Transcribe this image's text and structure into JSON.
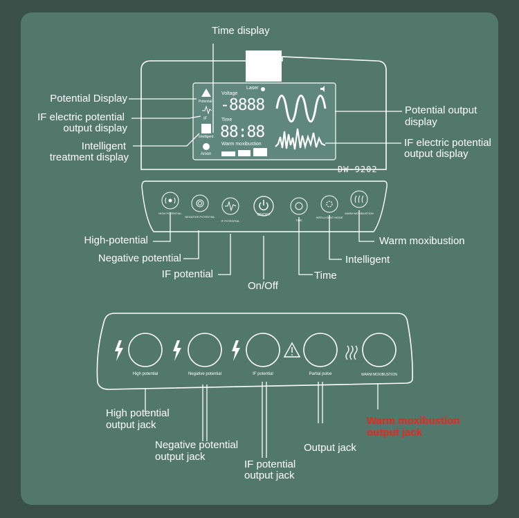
{
  "callouts": {
    "time_display": "Time display",
    "potential_display": "Potential Display",
    "if_output_display_l1": "IF electric potential",
    "if_output_display_l2": "output display",
    "intelligent_display_l1": "Intelligent",
    "intelligent_display_l2": "treatment display",
    "potential_output_display_l1": "Potential output",
    "potential_output_display_l2": "display",
    "if_output_display_r_l1": "IF electric potential",
    "if_output_display_r_l2": "output display",
    "high_potential": "High-potential",
    "negative_potential": "Negative potential",
    "if_potential": "IF potential",
    "on_off": "On/Off",
    "time": "Time",
    "intelligent": "Intelligent",
    "warm_moxibustion": "Warm moxibustion",
    "high_potential_jack_l1": "High potential",
    "high_potential_jack_l2": "output jack",
    "negative_potential_jack_l1": "Negative potential",
    "negative_potential_jack_l2": "output jack",
    "if_potential_jack_l1": "IF potential",
    "if_potential_jack_l2": "output jack",
    "output_jack": "Output jack",
    "warm_jack_l1": "Warm moxibustion",
    "warm_jack_l2": "output jack"
  },
  "lcd": {
    "laser": "Laser",
    "voltage": "Voltage",
    "voltage_digits": "-8888",
    "time": "Time",
    "time_digits": "88:88",
    "warm_moxibustion": "Warm moxibustion",
    "icon_potential": "Potential",
    "icon_if": "IF",
    "icon_intelligent": "Intelligent",
    "icon_anion": "Anion"
  },
  "model": "DW-9202",
  "buttons": [
    {
      "label": "HIGH POTENTIAL",
      "icon": "waves-icon"
    },
    {
      "label": "NEGATIVE POTENTIAL",
      "icon": "rings-icon"
    },
    {
      "label": "IF POTENTIAL",
      "icon": "pulse-icon"
    },
    {
      "label": "ON/OFF",
      "icon": "power-icon"
    },
    {
      "label": "TIME",
      "icon": "clock-icon"
    },
    {
      "label": "INTELLIGENT MODE",
      "icon": "spin-icon"
    },
    {
      "label": "WARM MOXIBUSTION",
      "icon": "heat-icon"
    }
  ],
  "jacks": [
    {
      "label": "High potential",
      "icon": "lightning-icon"
    },
    {
      "label": "Negative potential",
      "icon": "lightning-icon"
    },
    {
      "label": "IF potential",
      "icon": "lightning-icon"
    },
    {
      "label": "Partial pulse",
      "icon": "warning-icon"
    },
    {
      "label": "WARM MOXIBUSTION",
      "icon": "heat-waves-icon"
    }
  ],
  "colors": {
    "background": "#3a4f47",
    "panel": "#52786c",
    "lcd": "#5f877b",
    "lines": "#ffffff",
    "warning_callout": "#e8271e"
  }
}
